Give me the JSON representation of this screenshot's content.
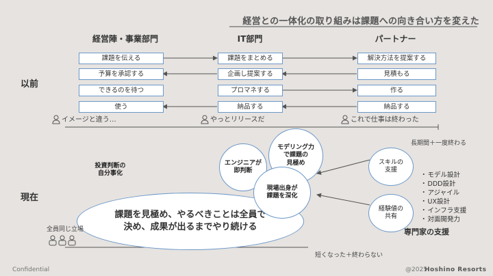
{
  "title": "経営との一体化の取り組みは課題への向き合い方を変えた",
  "columns": [
    "経営陣・事業部門",
    "IT部門",
    "パートナー"
  ],
  "rows": {
    "before": "以前",
    "now": "現在"
  },
  "before": {
    "col1": [
      "課題を伝える",
      "予算を承認する",
      "できるのを待つ",
      "使う"
    ],
    "col2": [
      "課題をまとめる",
      "企画し提案する",
      "プロマネする",
      "納品する"
    ],
    "col3": [
      "解決方法を提案する",
      "見積もる",
      "作る",
      "納品する"
    ],
    "notes": [
      "イメージと違う…",
      "やっとリリースだ",
      "これで仕事は終わった"
    ],
    "timeline": "長期間＋一度終わる"
  },
  "now": {
    "bubbles": {
      "invest": "投資判断の\n自分事化",
      "engineer": "エンジニアが\n即判断",
      "modeling": "モデリング力\nで課題の\n見極め",
      "field": "現場出身が\n課題を深化",
      "skill": "スキルの\n支援",
      "experience": "経験値の\n共有"
    },
    "main": "課題を見極め、やるべきことは全員で\n決め、成果が出るまでやり続ける",
    "all_members": "全員同じ立場",
    "experts": [
      "モデル設計",
      "DDD設計",
      "アジャイル",
      "UX設計",
      "インフラ支援",
      "対面開発力"
    ],
    "experts_title": "専門家の支援",
    "timeline": "短くなった＋終わらない"
  },
  "footer": {
    "left": "Confidential",
    "copy": "@2025",
    "brand": "Hoshino Resorts"
  },
  "colors": {
    "accent": "#6b97c8",
    "arrow": "#555555",
    "bg": "#e6e3e0"
  }
}
